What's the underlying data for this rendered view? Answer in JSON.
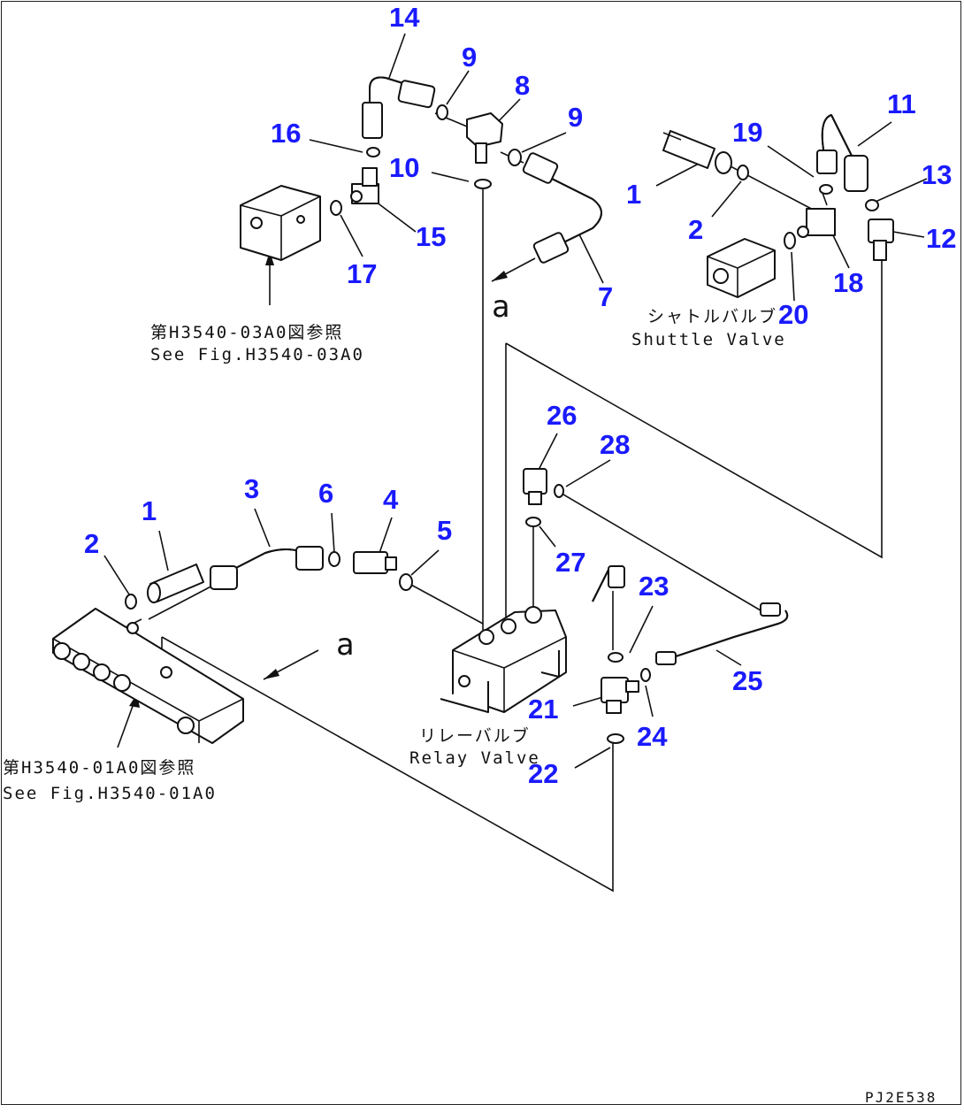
{
  "drawing_code": "PJ2E538",
  "annotations": {
    "ref_03": {
      "jp": "第H3540-03A0図参照",
      "en": "See Fig.H3540-03A0"
    },
    "ref_01": {
      "jp": "第H3540-01A0図参照",
      "en": "See Fig.H3540-01A0"
    },
    "shuttle": {
      "jp": "シャトルバルブ",
      "en": "Shuttle Valve"
    },
    "relay": {
      "jp": "リレーバルブ",
      "en": "Relay Valve"
    },
    "connection_a": "a"
  },
  "part_numbers": [
    "14",
    "9",
    "8",
    "9",
    "16",
    "10",
    "15",
    "17",
    "7",
    "11",
    "19",
    "13",
    "1",
    "2",
    "12",
    "18",
    "20",
    "26",
    "28",
    "27",
    "3",
    "6",
    "4",
    "1",
    "2",
    "5",
    "23",
    "25",
    "21",
    "24",
    "22"
  ],
  "colors": {
    "callout": "#1a1aff",
    "line": "#111111",
    "background": "#ffffff"
  }
}
